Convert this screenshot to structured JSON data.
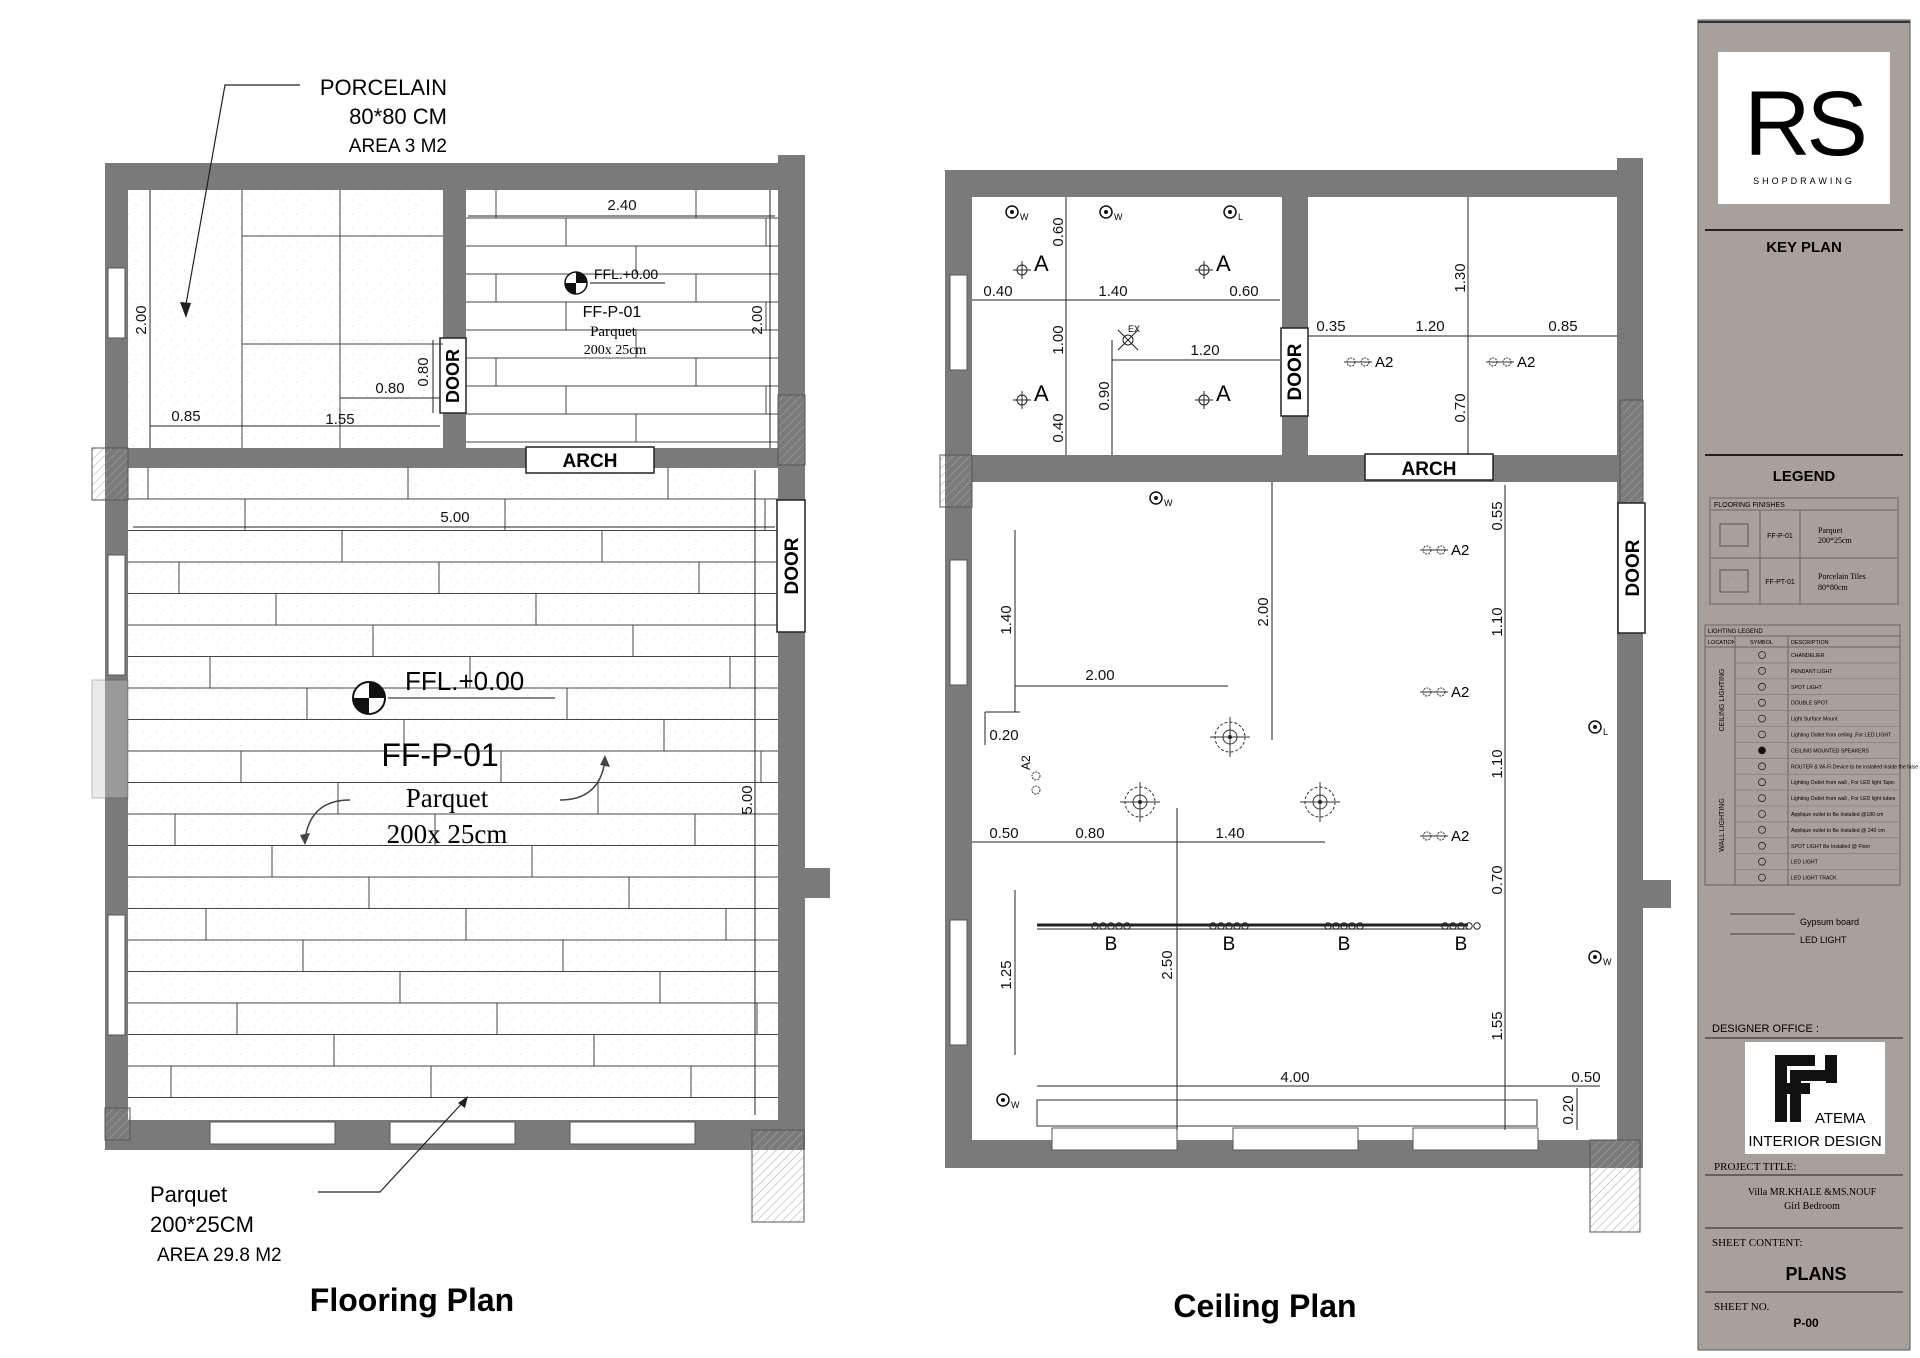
{
  "flooring_plan": {
    "title": "Flooring Plan",
    "porcelain_note": {
      "line1": "PORCELAIN",
      "line2": "80*80 CM",
      "line3": "AREA 3 M2"
    },
    "parquet_note": {
      "line1": "Parquet",
      "line2": "200*25CM",
      "line3": "AREA 29.8 M2"
    },
    "bath_dims": {
      "width_top": "2.40",
      "height": "2.00",
      "door_height": "0.80",
      "door_offset": "0.80",
      "bottom_left": "0.85",
      "bottom_mid": "1.55",
      "left_height": "2.00"
    },
    "small_room": {
      "ffl": "FFL.+0.00",
      "code": "FF-P-01",
      "material": "Parquet",
      "size": "200x 25cm"
    },
    "main_room": {
      "width": "5.00",
      "height": "5.00",
      "ffl": "FFL.+0.00",
      "code": "FF-P-01",
      "material": "Parquet",
      "size": "200x 25cm"
    },
    "labels": {
      "door1": "DOOR",
      "arch": "ARCH",
      "door2": "DOOR"
    }
  },
  "ceiling_plan": {
    "title": "Ceiling Plan",
    "labels": {
      "door1": "DOOR",
      "arch": "ARCH",
      "door2": "DOOR"
    },
    "room1_dims": {
      "a": "0.40",
      "b": "1.40",
      "c": "0.60",
      "v1": "0.60",
      "v2": "1.00",
      "v3": "0.40",
      "v4": "0.90",
      "h1": "1.20"
    },
    "room2_dims": {
      "a": "0.35",
      "b": "1.20",
      "c": "0.85",
      "v1": "1.30",
      "v2": "0.70"
    },
    "main_dims": {
      "v_left1": "1.40",
      "h_left": "2.00",
      "small": "0.20",
      "v_center": "2.00",
      "v_right1": "0.55",
      "v_right2": "1.10",
      "v_right3": "1.10",
      "v_right4": "0.70",
      "v_right5": "1.55",
      "row_a": "0.50",
      "row_b": "0.80",
      "row_c": "1.40",
      "v_left2": "1.25",
      "v_bottom": "2.50",
      "bottom_w": "4.00",
      "bottom_r": "0.50",
      "bottom_v": "0.20"
    },
    "fixture_labels": {
      "spot": "A",
      "double": "A2",
      "track": "B",
      "exhaust": "EX",
      "outlet_w": "W",
      "outlet_l": "L"
    }
  },
  "title_block": {
    "logo_main": "RS",
    "logo_sub": "SHOPDRAWING",
    "key_plan": "KEY PLAN",
    "legend": "LEGEND",
    "flooring_finishes": {
      "header": "FLOORING FINISHES",
      "rows": [
        {
          "code": "FF-P-01",
          "desc1": "Parquet",
          "desc2": "200*25cm"
        },
        {
          "code": "FF-PT-01",
          "desc1": "Porcelain Tiles",
          "desc2": "80*80cm"
        }
      ]
    },
    "lighting_legend": {
      "header": "LIGHTING LEGEND",
      "columns": [
        "LOCATION",
        "SYMBOL",
        "DESCRIPTION"
      ],
      "group1": "CEILING LIGHTING",
      "group2": "WALL LIGHTING",
      "rows": [
        "CHANDELIER",
        "PENDANT LIGHT",
        "SPOT LIGHT",
        "DOUBLE SPOT",
        "Light Surface Mount",
        "Lighting Outlet from ceiling ,For LED LIGHT",
        "CEILING MOUNTED SPEAKERS",
        "ROUTER & Wi-Fi Device to be installed inside the false ceiling.",
        "Lighting Outlet from wall , For LED light Tape.",
        "Lighting Outlet from wall , For LED light tubes",
        "Applique outlet to Be Installed @180 cm",
        "Applique outlet to Be Installed @ 240 cm",
        "SPOT LIGHT Be Installed @ Floor",
        "LED LIGHT",
        "LED LIGHT TRACK"
      ],
      "extra": [
        "Gypsum board",
        "LED LIGHT"
      ]
    },
    "designer_office_label": "DESIGNER OFFICE :",
    "designer_logo_line1": "ATEMA",
    "designer_logo_line2": "INTERIOR DESIGN",
    "project_title_label": "PROJECT TITLE:",
    "project_title_1": "Villa MR.KHALE &MS.NOUF",
    "project_title_2": "Girl Bedroom",
    "sheet_content_label": "SHEET CONTENT:",
    "sheet_content": "PLANS",
    "sheet_no_label": "SHEET NO.",
    "sheet_no": "P-00"
  },
  "colors": {
    "wall": "#7a7a7a",
    "title_block": "#a8a09a",
    "ink": "#111111",
    "line": "#333333"
  }
}
